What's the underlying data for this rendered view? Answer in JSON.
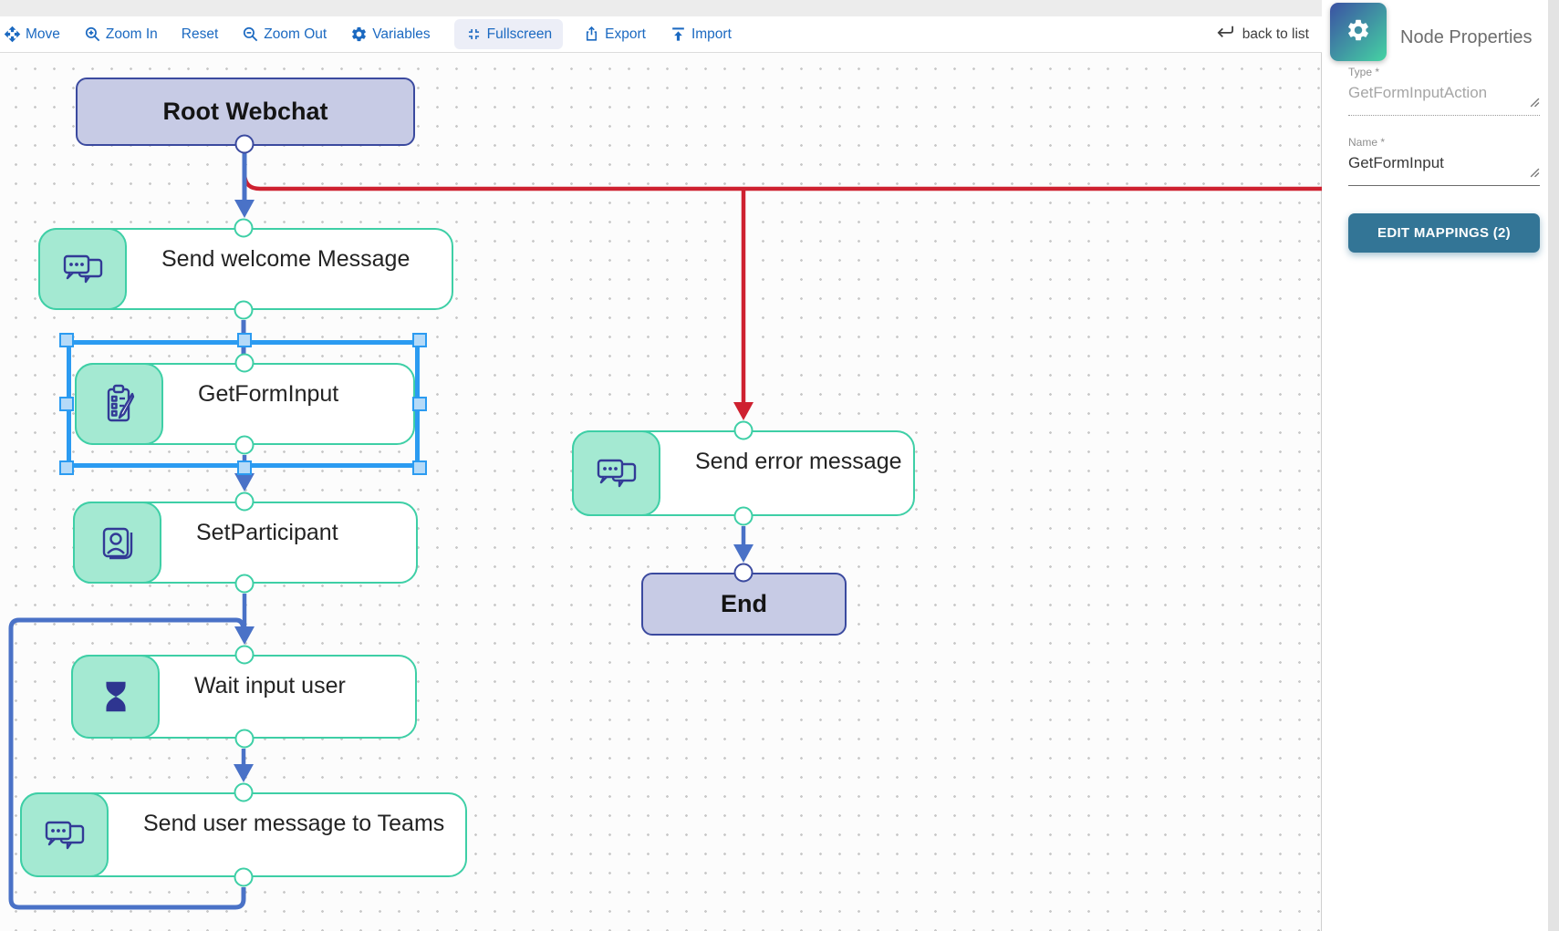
{
  "toolbar": {
    "items": [
      {
        "label": "Move"
      },
      {
        "label": "Zoom In"
      },
      {
        "label": "Reset"
      },
      {
        "label": "Zoom Out"
      },
      {
        "label": "Variables"
      },
      {
        "label": "Fullscreen"
      },
      {
        "label": "Export"
      },
      {
        "label": "Import"
      }
    ],
    "back_to_list": "back to list"
  },
  "panel": {
    "title": "Node Properties",
    "type_label": "Type *",
    "type_value": "GetFormInputAction",
    "name_label": "Name *",
    "name_value": "GetFormInput",
    "edit_mappings": "EDIT MAPPINGS (2)"
  },
  "nodes": {
    "root": {
      "label": "Root Webchat"
    },
    "welcome": {
      "label": "Send welcome Message"
    },
    "getform": {
      "label": "GetFormInput"
    },
    "setparticipant": {
      "label": "SetParticipant"
    },
    "wait": {
      "label": "Wait input user"
    },
    "teams": {
      "label": "Send user message to Teams"
    },
    "error": {
      "label": "Send error message"
    },
    "end": {
      "label": "End"
    }
  },
  "colors": {
    "toolbar_accent": "#1b69c1",
    "node_border_teal": "#3ecfa6",
    "node_tile_mint": "#a4e9d2",
    "node_icon_indigo": "#323a96",
    "start_end_fill": "#c7cbe5",
    "start_end_border": "#3b4a9f",
    "connector_blue": "#4a72c7",
    "connector_red": "#ce2130",
    "selection_blue": "#2b9bf1",
    "mappings_button": "#337596"
  }
}
